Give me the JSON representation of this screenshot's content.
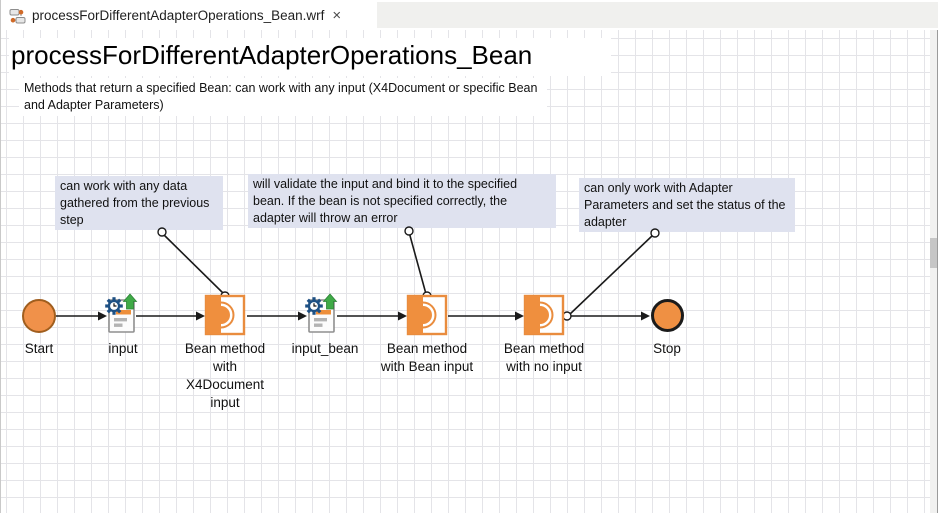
{
  "tab": {
    "title": "processForDifferentAdapterOperations_Bean.wrf",
    "close_glyph": "×"
  },
  "canvas": {
    "title": "processForDifferentAdapterOperations_Bean",
    "description": "Methods that return a specified Bean: can work with any input (X4Document or specific Bean and Adapter Parameters)"
  },
  "annotations": [
    {
      "text": "can work with any data gathered from the previous step"
    },
    {
      "text": "will validate the input and bind it to the specified bean. If the bean is not specified correctly, the adapter will throw an error"
    },
    {
      "text": "can only work with Adapter Parameters and set the status of the adapter"
    }
  ],
  "nodes": [
    {
      "id": "start",
      "type": "start-event",
      "label": "Start"
    },
    {
      "id": "input",
      "type": "input-mapping",
      "label": "input"
    },
    {
      "id": "bean_x4",
      "type": "bean-adapter",
      "label": "Bean method with X4Document input"
    },
    {
      "id": "input_bean",
      "type": "input-mapping",
      "label": "input_bean"
    },
    {
      "id": "bean_bean",
      "type": "bean-adapter",
      "label": "Bean method with Bean input"
    },
    {
      "id": "bean_none",
      "type": "bean-adapter",
      "label": "Bean method with no input"
    },
    {
      "id": "stop",
      "type": "stop-event",
      "label": "Stop"
    }
  ],
  "colors": {
    "accent_orange": "#ef9043",
    "note_background": "#dfe2ef",
    "gear_blue": "#1d5084",
    "arrow_green": "#3faa47",
    "grid_line": "#e4e4e8"
  }
}
